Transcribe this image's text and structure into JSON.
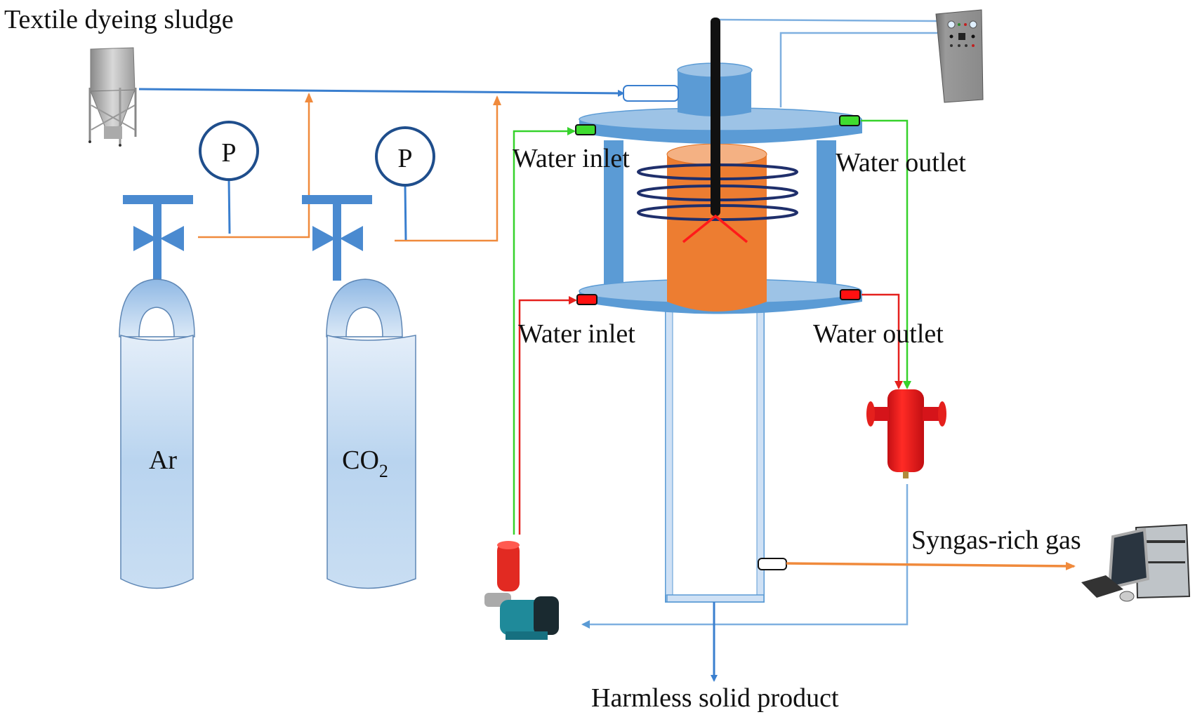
{
  "title": "Textile dyeing sludge",
  "labels": {
    "water_inlet_top": "Water inlet",
    "water_outlet_top": "Water outlet",
    "water_inlet_bottom": "Water inlet",
    "water_outlet_bottom": "Water outlet",
    "syngas": "Syngas-rich gas",
    "solid_product": "Harmless solid product"
  },
  "gauges": [
    {
      "id": "ar-gauge",
      "label": "P"
    },
    {
      "id": "co2-gauge",
      "label": "P"
    }
  ],
  "cylinders": [
    {
      "id": "ar",
      "gas": "Ar",
      "subscript": ""
    },
    {
      "id": "co2",
      "gas": "CO",
      "subscript": "2"
    }
  ],
  "colors": {
    "feed_line": "#3a7fcf",
    "gas_line": "#f08a3c",
    "cooling_inlet": "#36d22b",
    "cooling_outlet": "#e5201d",
    "reactor_blue": "#5b9bd5",
    "furnace_orange": "#ed7d31",
    "coil": "#1f2f6b",
    "return_line": "#7fb0e0"
  }
}
